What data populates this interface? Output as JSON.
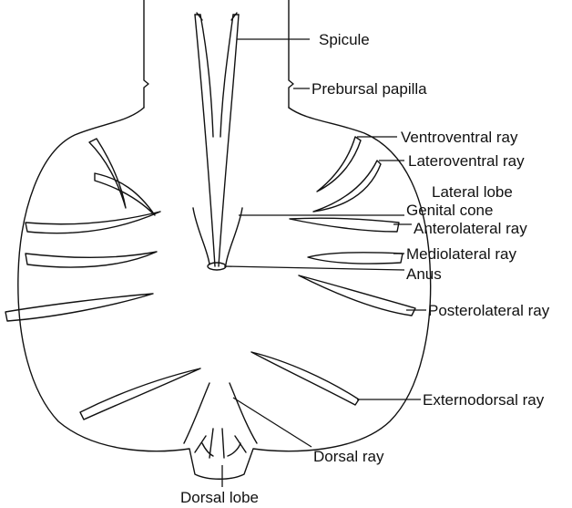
{
  "figure": {
    "labels": {
      "spicule": "Spicule",
      "prebursal_papilla": "Prebursal papilla",
      "ventroventral_ray": "Ventroventral ray",
      "lateroventral_ray": "Lateroventral ray",
      "lateral_lobe": "Lateral lobe",
      "genital_cone": "Genital cone",
      "anterolateral_ray": "Anterolateral ray",
      "mediolateral_ray": "Mediolateral ray",
      "anus": "Anus",
      "posterolateral_ray": "Posterolateral ray",
      "externodorsal_ray": "Externodorsal ray",
      "dorsal_ray": "Dorsal ray",
      "dorsal_lobe": "Dorsal lobe"
    }
  }
}
